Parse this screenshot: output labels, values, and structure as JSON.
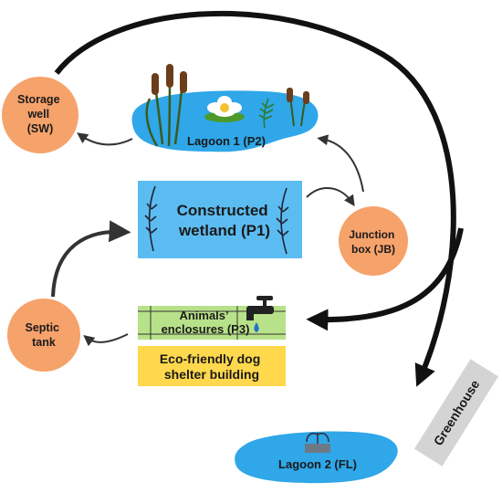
{
  "nodes": {
    "storage_well": {
      "lines": [
        "Storage",
        "well",
        "(SW)"
      ],
      "color": "#f6a26b"
    },
    "lagoon1": {
      "label": "Lagoon 1 (P2)",
      "color": "#2fa7e8"
    },
    "wetland": {
      "lines": [
        "Constructed",
        "wetland (P1)"
      ],
      "color": "#5bbcf1"
    },
    "junction_box": {
      "lines": [
        "Junction",
        "box (JB)"
      ],
      "color": "#f6a26b"
    },
    "septic_tank": {
      "lines": [
        "Septic",
        "tank"
      ],
      "color": "#f6a26b"
    },
    "animals": {
      "lines": [
        "Animals’",
        "enclosures (P3)"
      ],
      "color": "#b8e28a"
    },
    "shelter": {
      "lines": [
        "Eco-friendly dog",
        "shelter building"
      ],
      "color": "#ffd84d"
    },
    "greenhouse": {
      "label": "Greenhouse",
      "color": "#d4d4d4"
    },
    "lagoon2": {
      "label": "Lagoon 2 (FL)",
      "color": "#2fa7e8"
    }
  },
  "icons": [
    "cattail-icon",
    "water-lily-icon",
    "fern-icon",
    "reed-icon",
    "leaf-icon",
    "faucet-icon",
    "water-drop-icon",
    "fountain-icon"
  ],
  "arrow_color": "#111111"
}
